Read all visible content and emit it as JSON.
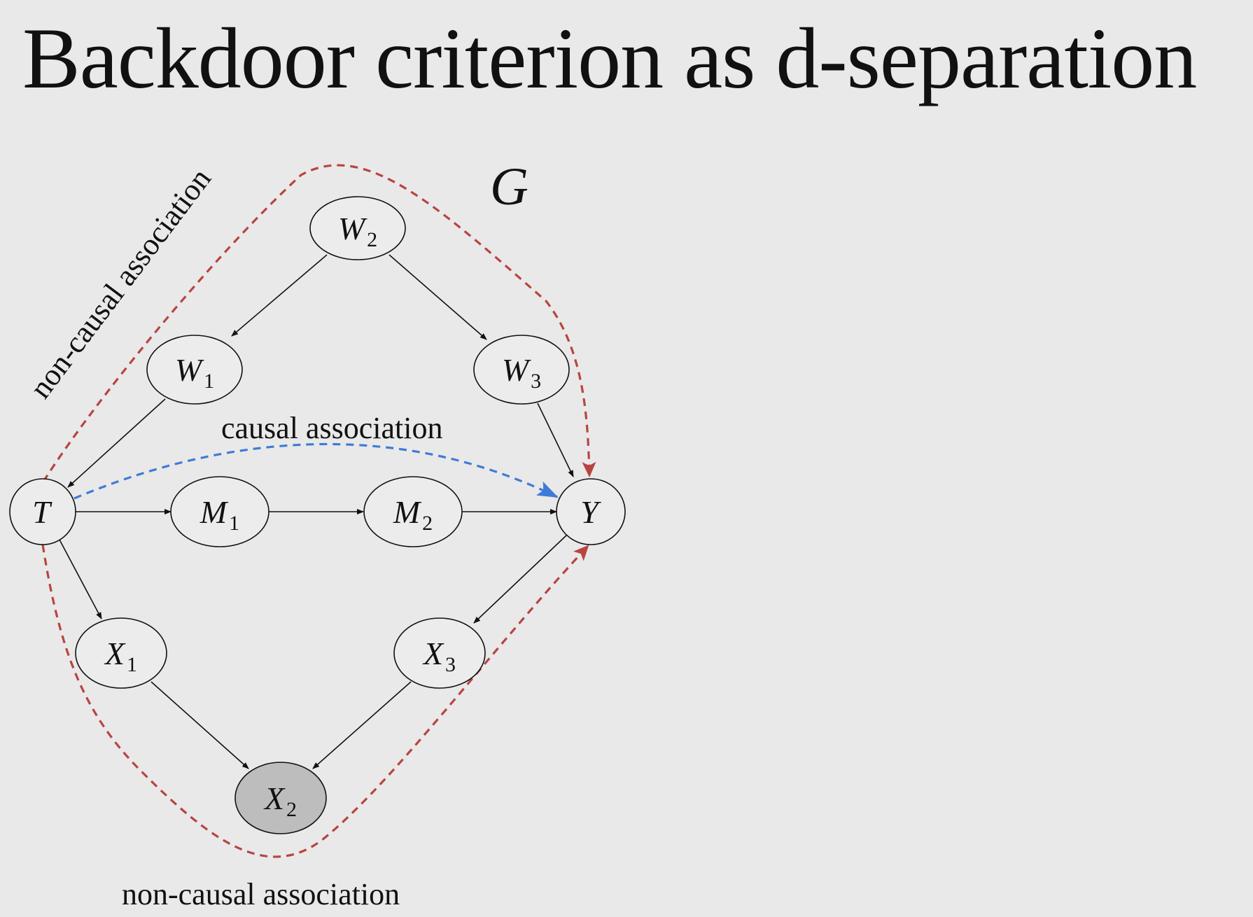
{
  "title": "Backdoor criterion as d-separation",
  "graph_label": "G",
  "nodes": {
    "W2": {
      "main": "W",
      "sub": "2"
    },
    "W1": {
      "main": "W",
      "sub": "1"
    },
    "W3": {
      "main": "W",
      "sub": "3"
    },
    "T": {
      "main": "T",
      "sub": ""
    },
    "M1": {
      "main": "M",
      "sub": "1"
    },
    "M2": {
      "main": "M",
      "sub": "2"
    },
    "Y": {
      "main": "Y",
      "sub": ""
    },
    "X1": {
      "main": "X",
      "sub": "1"
    },
    "X3": {
      "main": "X",
      "sub": "3"
    },
    "X2": {
      "main": "X",
      "sub": "2"
    }
  },
  "annotations": {
    "noncausal_top": "non-causal association",
    "causal": "causal association",
    "noncausal_bottom": "non-causal association"
  },
  "colors": {
    "background": "#e9e9e9",
    "noncausal_path": "#b84441",
    "causal_path": "#3f7bd6",
    "conditioned_node": "#bdbdbd"
  }
}
